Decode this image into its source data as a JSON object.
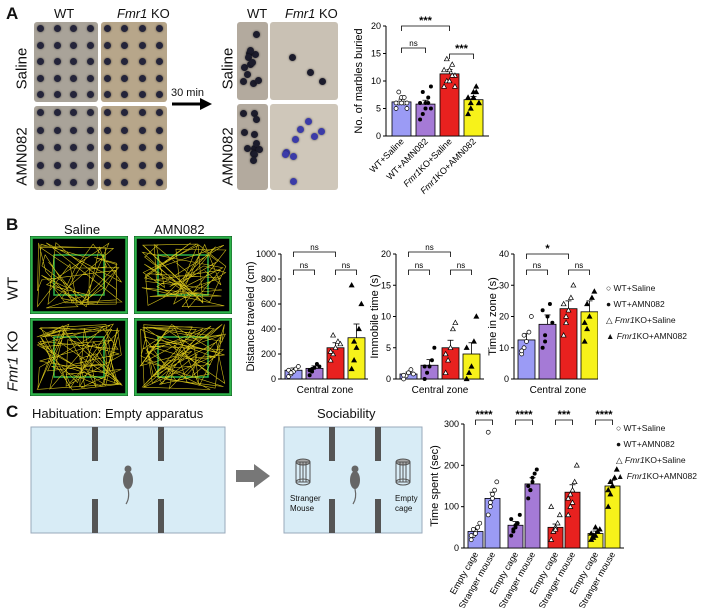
{
  "panels": {
    "a": "A",
    "b": "B",
    "c": "C"
  },
  "panel_a": {
    "col_wt": "WT",
    "col_ko_gene": "Fmr1",
    "col_ko_suffix": " KO",
    "row_saline": "Saline",
    "row_drug": "AMN082",
    "arrow_label": "30 min"
  },
  "panel_b": {
    "col_saline": "Saline",
    "col_drug": "AMN082",
    "row_wt": "WT",
    "row_ko_gene": "Fmr1",
    "row_ko_suffix": " KO"
  },
  "panel_c": {
    "habituation_title": "Habituation: Empty apparatus",
    "sociability_title": "Sociability",
    "stranger_label_1": "Stranger",
    "stranger_label_2": "Mouse",
    "empty_label_1": "Empty",
    "empty_label_2": "cage"
  },
  "legend_b": [
    {
      "marker": "○",
      "text": "WT+Saline"
    },
    {
      "marker": "●",
      "text": "WT+AMN082"
    },
    {
      "marker": "△",
      "gene": "Fmr1",
      "text": "KO+Saline"
    },
    {
      "marker": "▲",
      "gene": "Fmr1",
      "text": "KO+AMN082"
    }
  ],
  "legend_c": [
    {
      "marker": "○",
      "text": "WT+Saline"
    },
    {
      "marker": "●",
      "text": "WT+AMN082"
    },
    {
      "marker": "△",
      "gene": "Fmr1",
      "text": "KO+Saline"
    },
    {
      "marker": "▲",
      "gene": "Fmr1",
      "text": "KO+AMN082"
    }
  ],
  "colors": {
    "wt_saline": "#9b9bf5",
    "wt_amn": "#a57ad6",
    "ko_saline": "#e8211f",
    "ko_amn": "#f7f21a",
    "arena_border": "#2db34a",
    "track": "#e6d21b"
  },
  "chart_data": [
    {
      "id": "marbles",
      "type": "bar",
      "ylabel": "No. of marbles buried",
      "ylim": [
        0,
        20
      ],
      "yticks": [
        "0",
        "5",
        "10",
        "15",
        "20"
      ],
      "categories": [
        {
          "plain": "WT+Saline"
        },
        {
          "plain": "WT+AMN082"
        },
        {
          "gene": "Fmr1",
          "plain": "KO+Saline"
        },
        {
          "gene": "Fmr1",
          "plain": "KO+AMN082"
        }
      ],
      "values": [
        6.2,
        5.8,
        11.3,
        6.6
      ],
      "errors": [
        0.5,
        0.7,
        0.8,
        0.6
      ],
      "points": [
        [
          5,
          6,
          7,
          6,
          5,
          6,
          8,
          6,
          7,
          6
        ],
        [
          3,
          4,
          6,
          7,
          5,
          6,
          8,
          5,
          6,
          9
        ],
        [
          9,
          10,
          12,
          13,
          11,
          12,
          14,
          10,
          11,
          9
        ],
        [
          4,
          6,
          7,
          8,
          6,
          7,
          5,
          8,
          9,
          6
        ]
      ],
      "annotations": [
        {
          "from": 0,
          "to": 1,
          "text": "ns"
        },
        {
          "from": 2,
          "to": 3,
          "text": "***"
        },
        {
          "from": 0,
          "to": 2,
          "text": "***"
        }
      ]
    },
    {
      "id": "distance",
      "type": "bar",
      "ylabel": "Distance traveled (cm)",
      "xlabel": "Central zone",
      "ylim": [
        0,
        1000
      ],
      "yticks": [
        "0",
        "200",
        "400",
        "600",
        "800",
        "1000"
      ],
      "values": [
        70,
        85,
        250,
        330
      ],
      "errors": [
        18,
        20,
        40,
        110
      ],
      "points": [
        [
          20,
          40,
          60,
          80,
          100,
          70,
          50
        ],
        [
          30,
          60,
          90,
          120,
          100,
          70,
          80
        ],
        [
          150,
          200,
          250,
          300,
          280,
          220,
          350
        ],
        [
          80,
          150,
          250,
          400,
          600,
          750,
          300
        ]
      ],
      "annotations": [
        {
          "from": 0,
          "to": 1,
          "text": "ns"
        },
        {
          "from": 2,
          "to": 3,
          "text": "ns"
        },
        {
          "from": 0,
          "to": 2,
          "text": "ns"
        }
      ]
    },
    {
      "id": "immobile",
      "type": "bar",
      "ylabel": "Immobile time (s)",
      "xlabel": "Central zone",
      "ylim": [
        0,
        20
      ],
      "yticks": [
        "0",
        "5",
        "10",
        "15",
        "20"
      ],
      "values": [
        0.8,
        2.2,
        5.0,
        4.0
      ],
      "errors": [
        0.3,
        0.9,
        1.2,
        1.8
      ],
      "points": [
        [
          0,
          0.5,
          1,
          1.5,
          0.8,
          0.6
        ],
        [
          0,
          1,
          2,
          3,
          5,
          2
        ],
        [
          1,
          3,
          5,
          8,
          9,
          4
        ],
        [
          0,
          1,
          2,
          6,
          10,
          5
        ]
      ],
      "annotations": [
        {
          "from": 0,
          "to": 1,
          "text": "ns"
        },
        {
          "from": 2,
          "to": 3,
          "text": "ns"
        },
        {
          "from": 0,
          "to": 2,
          "text": "ns"
        }
      ]
    },
    {
      "id": "zone_time",
      "type": "bar",
      "ylabel": "Time in zone (s)",
      "xlabel": "Central zone",
      "ylim": [
        0,
        40
      ],
      "yticks": [
        "0",
        "10",
        "20",
        "30",
        "40"
      ],
      "values": [
        12.5,
        17.5,
        22.5,
        21.5
      ],
      "errors": [
        2.0,
        3.0,
        2.5,
        3.5
      ],
      "points": [
        [
          8,
          10,
          12,
          15,
          20,
          9,
          14
        ],
        [
          10,
          14,
          20,
          24,
          18,
          22,
          12
        ],
        [
          14,
          18,
          22,
          26,
          30,
          24,
          20
        ],
        [
          12,
          16,
          20,
          26,
          28,
          18,
          24
        ]
      ],
      "annotations": [
        {
          "from": 0,
          "to": 1,
          "text": "ns"
        },
        {
          "from": 2,
          "to": 3,
          "text": "ns"
        },
        {
          "from": 0,
          "to": 2,
          "text": "*"
        }
      ]
    },
    {
      "id": "sociability",
      "type": "bar",
      "ylabel": "Time spent (sec)",
      "ylim": [
        0,
        300
      ],
      "yticks": [
        "0",
        "100",
        "200",
        "300"
      ],
      "categories": [
        "Empty cage",
        "Stranger mouse",
        "Empty cage",
        "Stranger mouse",
        "Empty cage",
        "Stranger mouse",
        "Empty cage",
        "Stranger mouse"
      ],
      "values": [
        40,
        120,
        55,
        155,
        50,
        135,
        35,
        150
      ],
      "errors": [
        8,
        15,
        9,
        15,
        8,
        18,
        6,
        14
      ],
      "group_colors": [
        "wt_saline",
        "wt_amn",
        "ko_saline",
        "ko_amn"
      ],
      "points": [
        [
          20,
          30,
          40,
          50,
          60,
          30,
          45,
          35
        ],
        [
          80,
          100,
          120,
          140,
          160,
          280,
          110,
          130
        ],
        [
          30,
          40,
          50,
          60,
          80,
          70,
          45,
          55
        ],
        [
          120,
          140,
          160,
          180,
          190,
          150,
          140,
          170
        ],
        [
          20,
          40,
          50,
          60,
          80,
          100,
          40,
          45
        ],
        [
          80,
          100,
          140,
          160,
          200,
          120,
          130,
          110
        ],
        [
          20,
          25,
          30,
          40,
          45,
          35,
          30,
          50
        ],
        [
          100,
          130,
          150,
          170,
          190,
          140,
          160,
          150
        ]
      ],
      "annotations": [
        {
          "from": 0,
          "to": 1,
          "text": "****"
        },
        {
          "from": 2,
          "to": 3,
          "text": "****"
        },
        {
          "from": 4,
          "to": 5,
          "text": "***"
        },
        {
          "from": 6,
          "to": 7,
          "text": "****"
        }
      ]
    }
  ]
}
